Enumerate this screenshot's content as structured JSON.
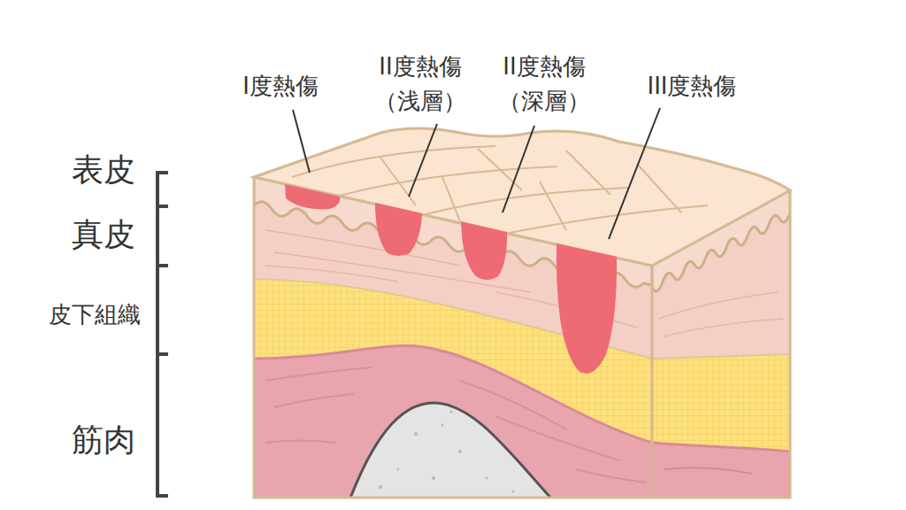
{
  "diagram": {
    "labels": [
      "I度熱傷",
      "II度熱傷 （浅層）",
      "II度熱傷 （深層）",
      "III度熱傷",
      "表皮",
      "真皮",
      "皮下組織",
      "筋肉"
    ]
  }
}
